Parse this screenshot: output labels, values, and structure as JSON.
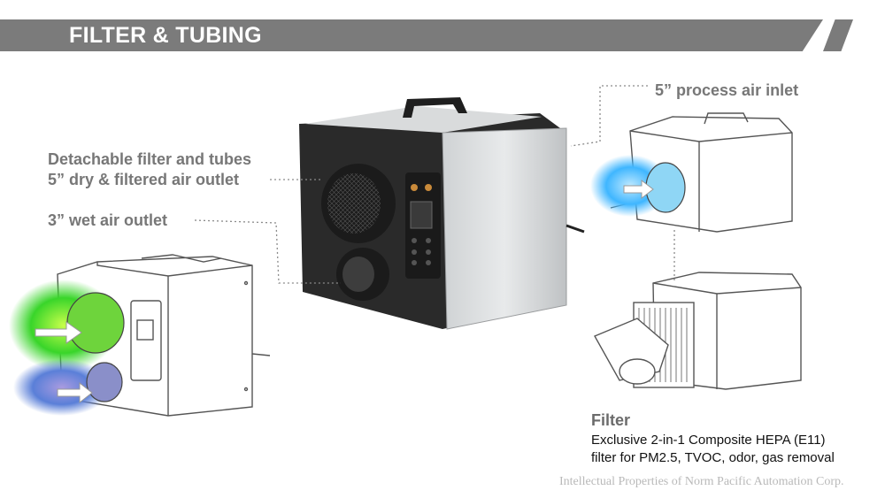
{
  "header": {
    "title": "FILTER & TUBING"
  },
  "labels": {
    "detachable_line1": "Detachable filter and tubes",
    "detachable_line2": "5” dry & filtered air outlet",
    "wet_outlet": "3” wet air outlet",
    "process_inlet": "5” process air inlet"
  },
  "filter_info": {
    "title": "Filter",
    "line1": "Exclusive 2-in-1 Composite HEPA (E11)",
    "line2": "filter for PM2.5, TVOC, odor, gas removal"
  },
  "watermark": "Intellectual Properties of Norm Pacific Automation Corp.",
  "colors": {
    "header_bg": "#7b7b7b",
    "label_text": "#777777",
    "outlet_glow_green": "#39d52a",
    "inlet_glow_blue": "#3fb6ff"
  }
}
